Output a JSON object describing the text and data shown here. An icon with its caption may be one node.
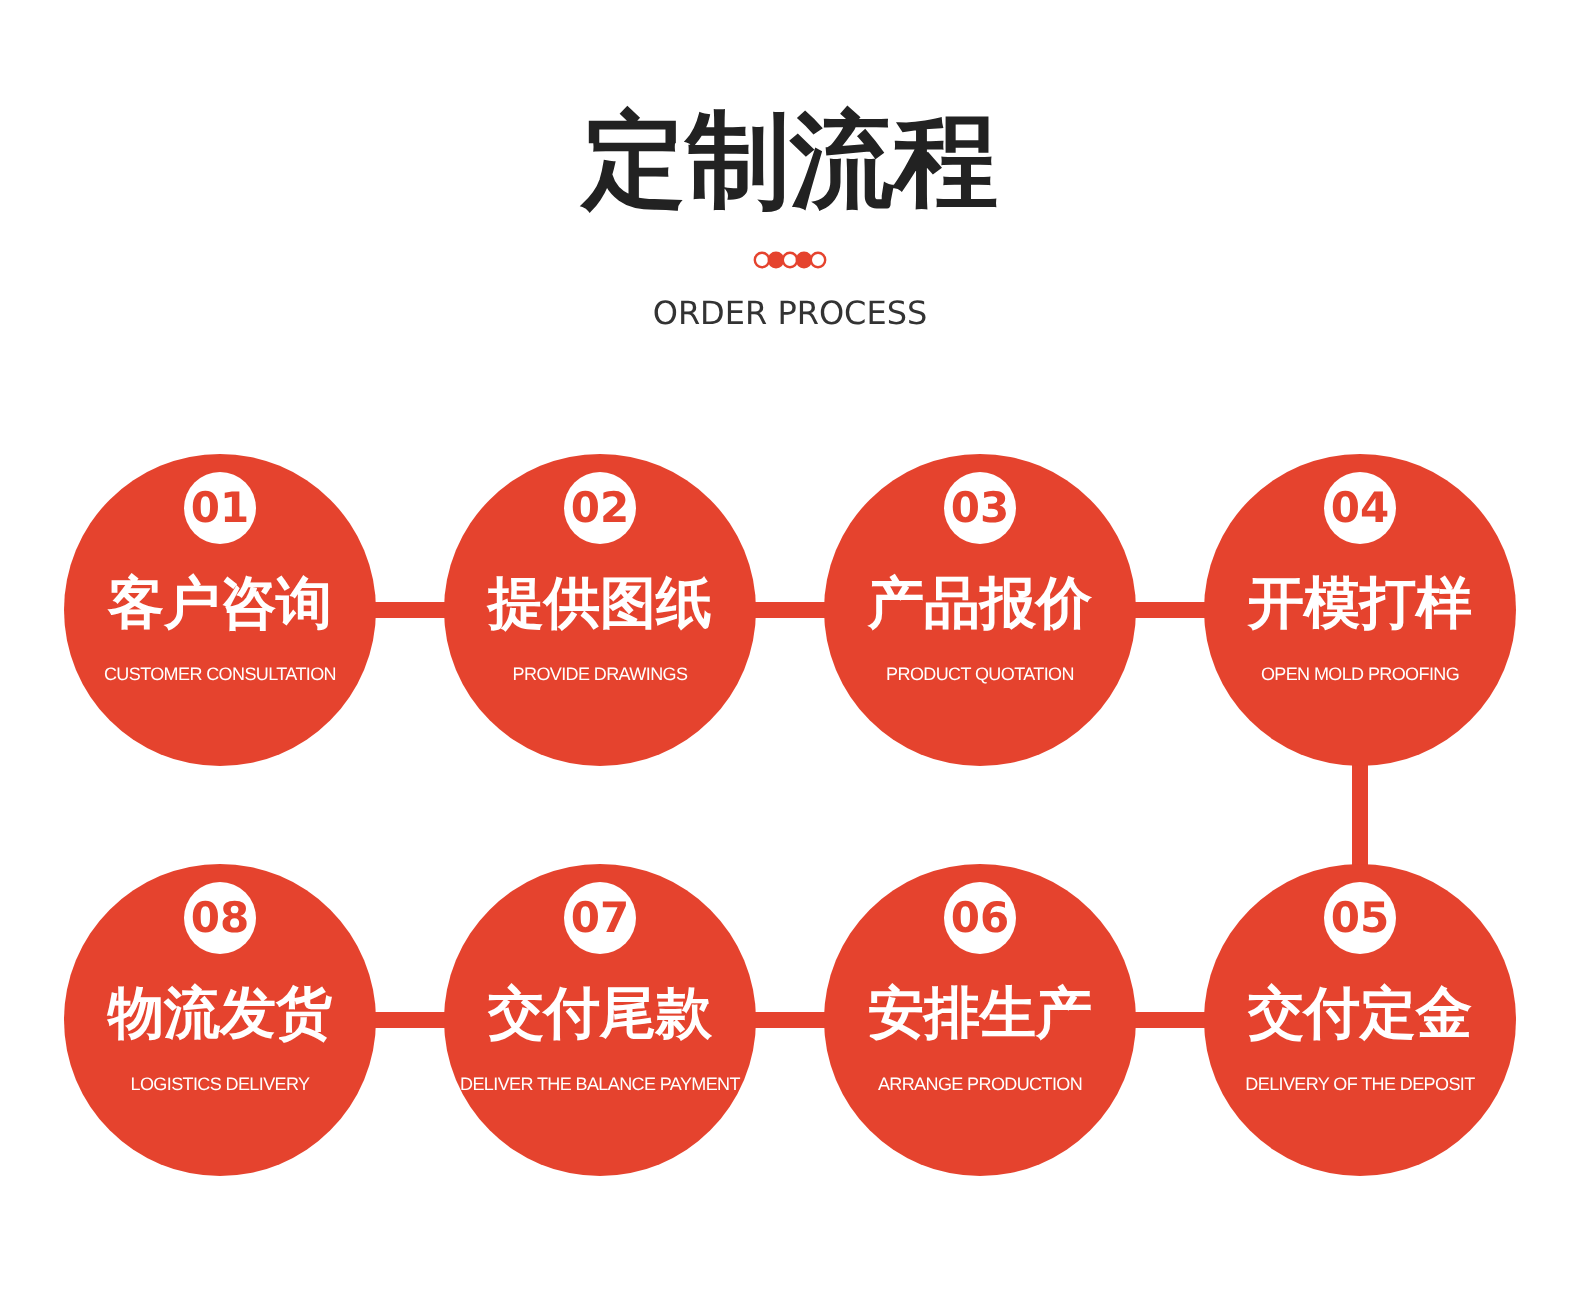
{
  "diagram": {
    "title": "定制流程",
    "nodes": [
      {
        "text": [
          "01",
          "客户咨询",
          "CUSTOMER CONSULTATION"
        ]
      },
      {
        "text": [
          "02",
          "提供图纸",
          "PROVIDE DRAWINGS"
        ]
      },
      {
        "text": [
          "03",
          "产品报价",
          "PRODUCT QUOTATION"
        ]
      },
      {
        "text": [
          "04",
          "开模打样",
          "OPEN MOLD PROOFING"
        ]
      },
      {
        "text": [
          "05",
          "交付定金",
          "DELIVERY OF THE DEPOSIT"
        ]
      },
      {
        "text": [
          "06",
          "安排生产",
          "ARRANGE PRODUCTION"
        ]
      },
      {
        "text": [
          "07",
          "交付尾款",
          "DELIVER THE BALANCE PAYMENT"
        ]
      },
      {
        "text": [
          "08",
          "物流发货",
          "LOGISTICS DELIVERY"
        ]
      }
    ],
    "edges": [
      {
        "from": 0,
        "to": 1,
        "arrow": "none"
      },
      {
        "from": 1,
        "to": 2,
        "arrow": "none"
      },
      {
        "from": 2,
        "to": 3,
        "arrow": "none"
      },
      {
        "from": 3,
        "to": 4,
        "arrow": "none"
      },
      {
        "from": 4,
        "to": 5,
        "arrow": "none"
      },
      {
        "from": 5,
        "to": 6,
        "arrow": "none"
      },
      {
        "from": 6,
        "to": 7,
        "arrow": "none"
      }
    ],
    "labels": [
      "ORDER PROCESS"
    ]
  }
}
